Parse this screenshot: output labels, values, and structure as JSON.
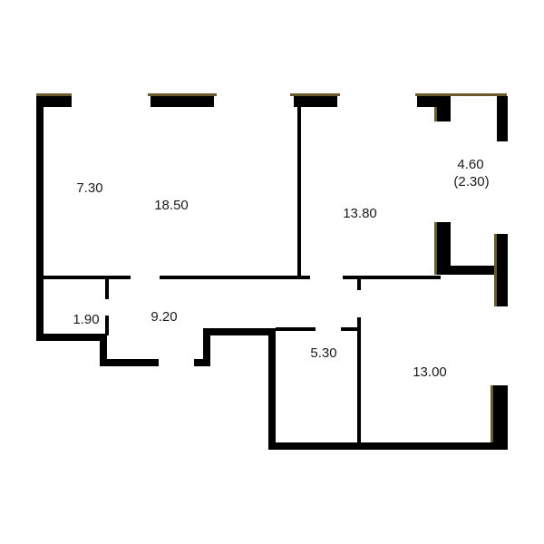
{
  "colors": {
    "wall": "#000000",
    "wall_edge": "#6b5a2e",
    "background": "#ffffff"
  },
  "rooms": [
    {
      "id": "room-a",
      "area": "7.30"
    },
    {
      "id": "room-b",
      "area": "18.50"
    },
    {
      "id": "room-c",
      "area": "13.80"
    },
    {
      "id": "room-d",
      "area": "4.60",
      "sub": "(2.30)"
    },
    {
      "id": "room-e",
      "area": "1.90"
    },
    {
      "id": "room-f",
      "area": "9.20"
    },
    {
      "id": "room-g",
      "area": "5.30"
    },
    {
      "id": "room-h",
      "area": "13.00"
    }
  ]
}
